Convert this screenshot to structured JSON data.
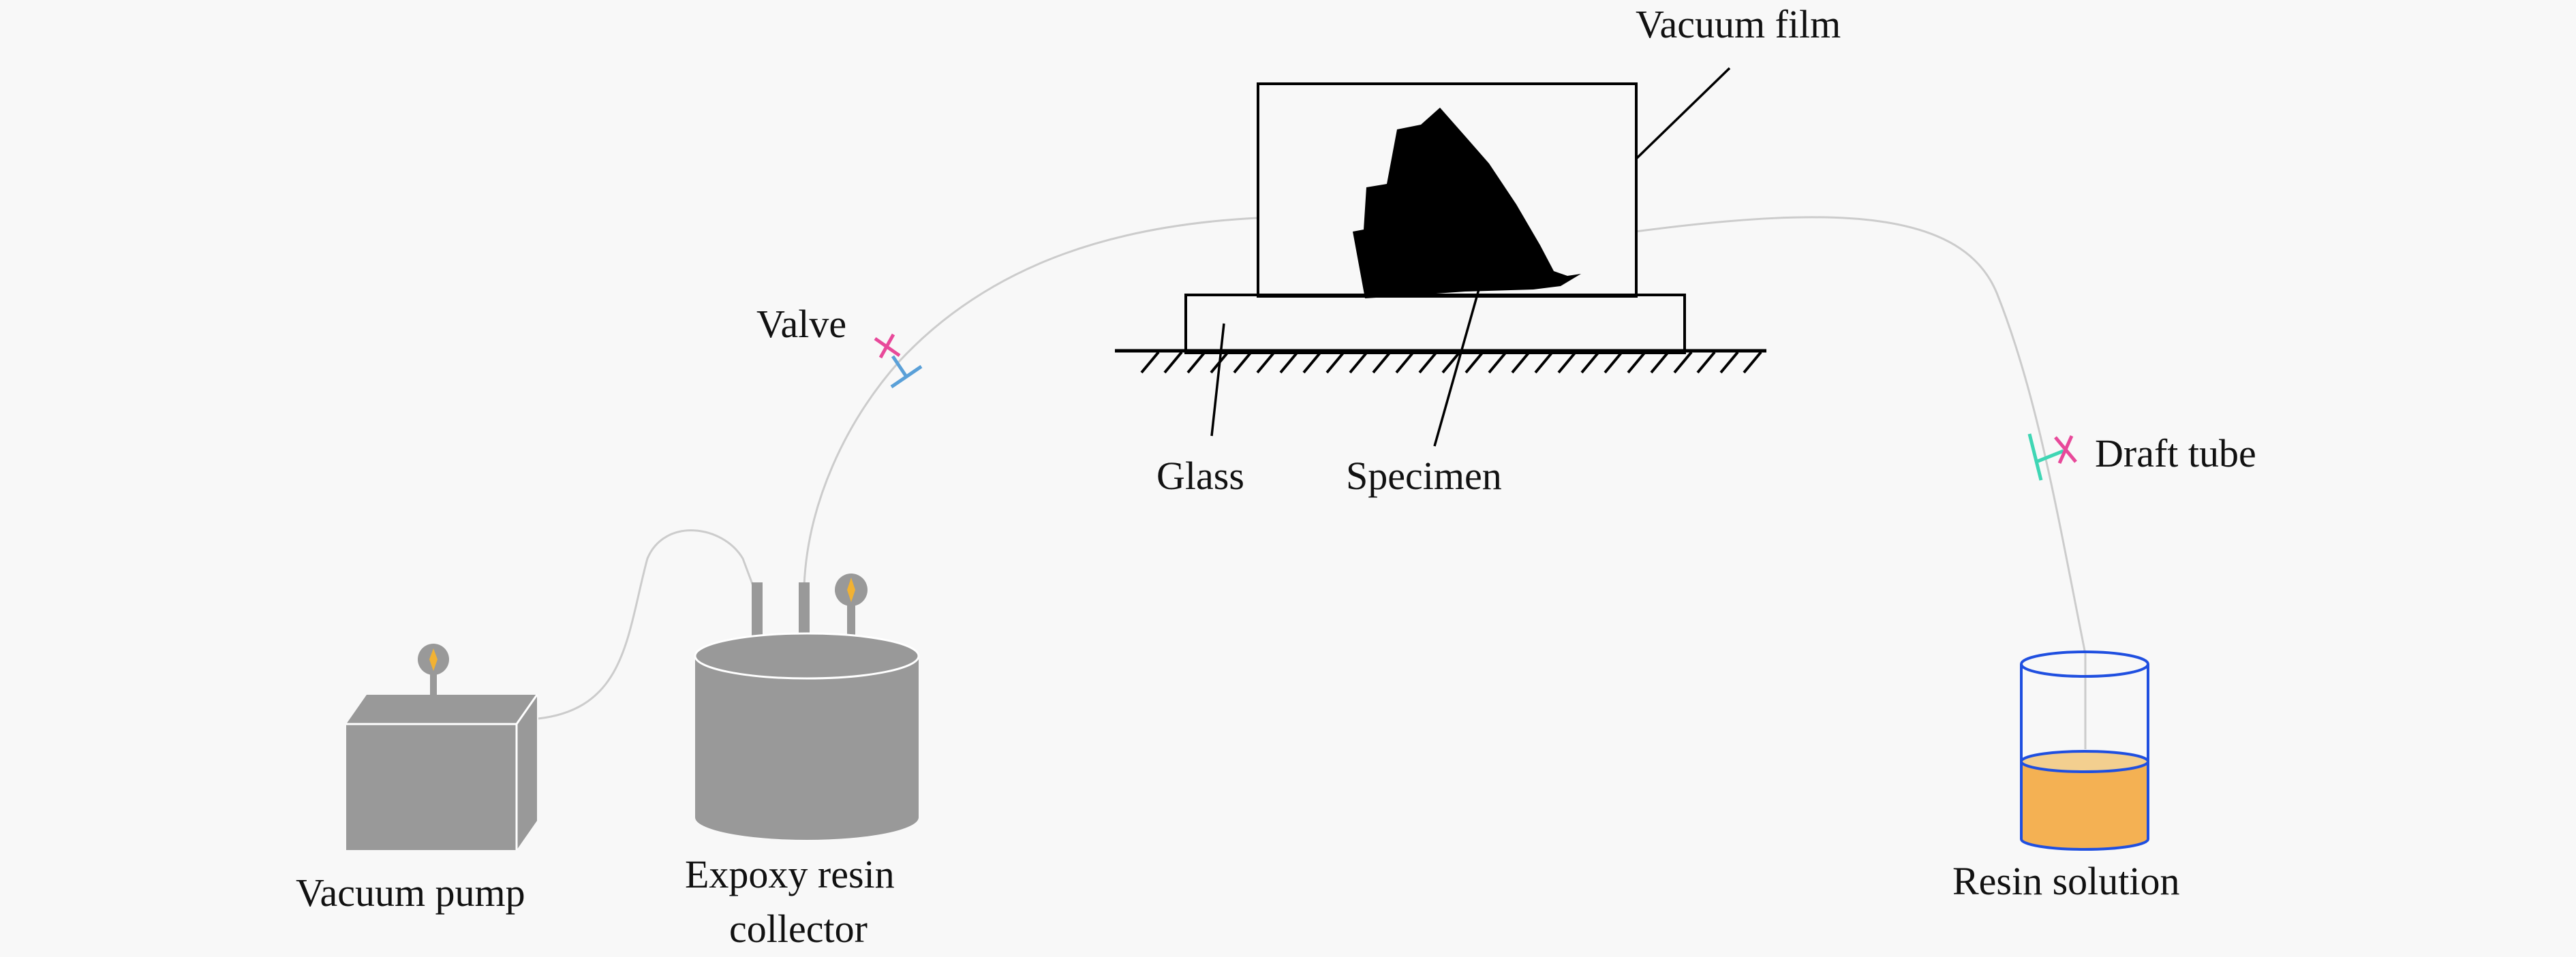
{
  "labels": {
    "vacuum_film": "Vacuum film",
    "valve": "Valve",
    "glass": "Glass",
    "specimen": "Specimen",
    "draft_tube": "Draft tube",
    "vacuum_pump": "Vacuum pump",
    "collector_line1": "Expoxy resin",
    "collector_line2": "collector",
    "resin_solution": "Resin solution"
  },
  "colors": {
    "background": "#f8f8f8",
    "equipment_gray": "#999999",
    "gauge_needle": "#f2b233",
    "resin_fill": "#f4b153",
    "beaker_outline": "#1f4fe0",
    "valve_handle": "#e8499a",
    "valve_body": "#5aa0d8",
    "draft_tube_body": "#3fd6b4",
    "ink": "#000000",
    "tubing": "#cccccc"
  }
}
